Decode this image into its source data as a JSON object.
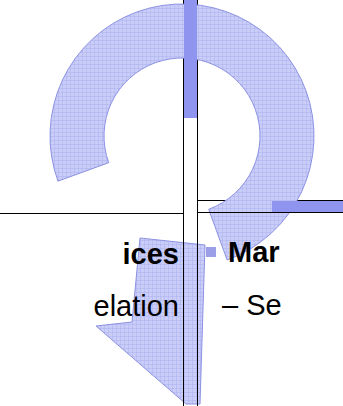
{
  "diagram": {
    "nodes": [
      {
        "text": [
          "ices",
          "elation"
        ]
      },
      {
        "text": [
          "Mar",
          "– Se"
        ]
      }
    ]
  }
}
